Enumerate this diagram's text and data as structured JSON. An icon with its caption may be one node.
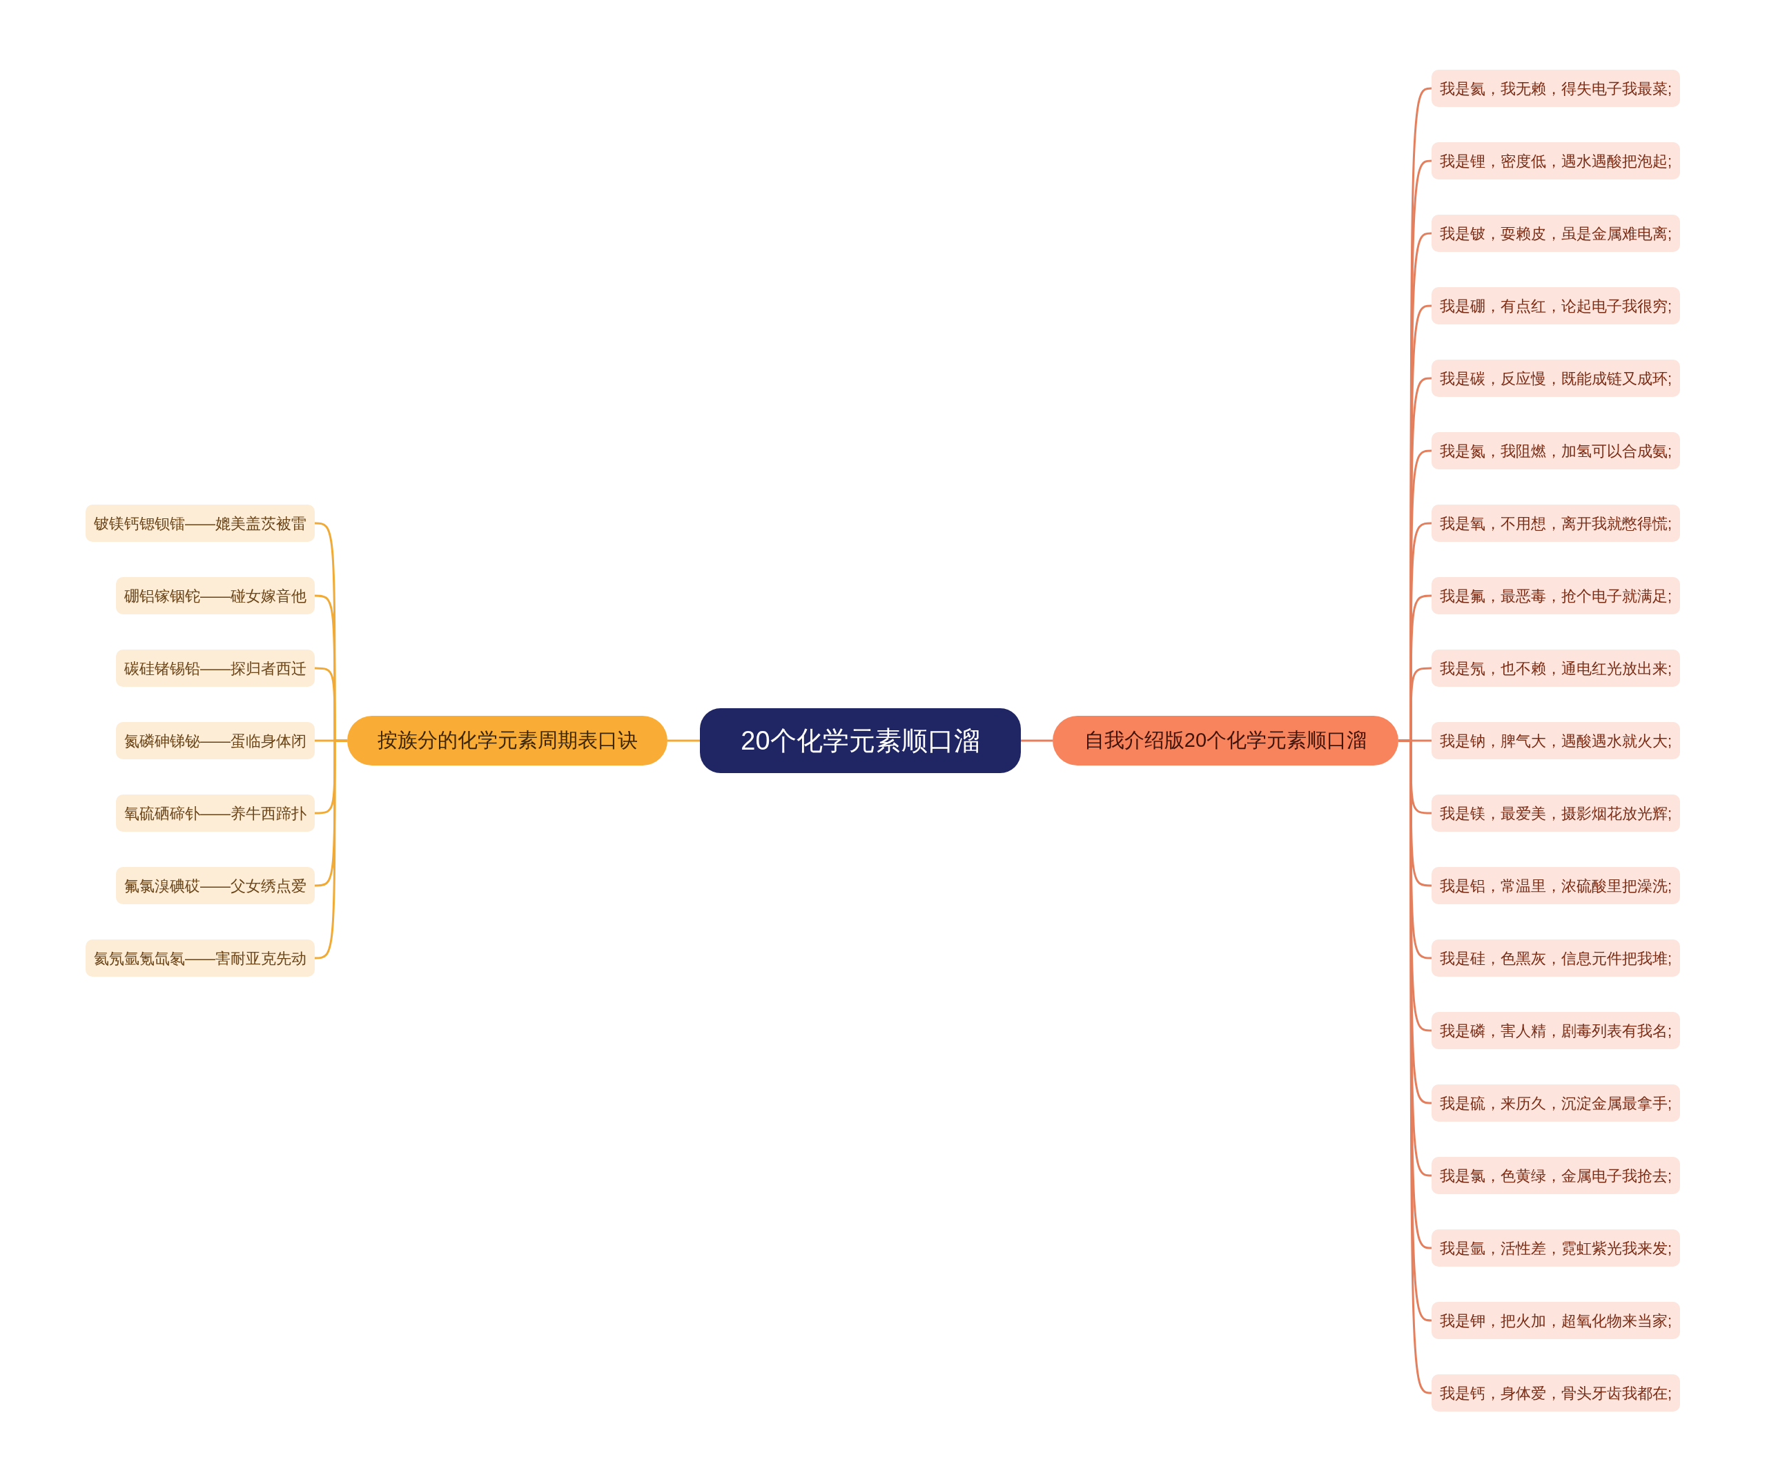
{
  "diagram": {
    "nodes": [
      {
        "text": [
          "20个化学元素顺口溜"
        ]
      },
      {
        "text": [
          "按族分的化学元素周期表口诀"
        ]
      },
      {
        "text": [
          "铍镁钙锶钡镭——媲美盖茨被雷"
        ]
      },
      {
        "text": [
          "硼铝镓铟铊——碰女嫁音他"
        ]
      },
      {
        "text": [
          "碳硅锗锡铅——探归者西迁"
        ]
      },
      {
        "text": [
          "氮磷砷锑铋——蛋临身体闭"
        ]
      },
      {
        "text": [
          "氧硫硒碲钋——养牛西蹄扑"
        ]
      },
      {
        "text": [
          "氟氯溴碘砹——父女绣点爱"
        ]
      },
      {
        "text": [
          "氦氖氩氪氙氡——害耐亚克先动"
        ]
      },
      {
        "text": [
          "自我介绍版20个化学元素顺口溜"
        ]
      },
      {
        "text": [
          "我是氦，我无赖，得失电子我最菜;"
        ]
      },
      {
        "text": [
          "我是锂，密度低，遇水遇酸把泡起;"
        ]
      },
      {
        "text": [
          "我是铍，耍赖皮，虽是金属难电离;"
        ]
      },
      {
        "text": [
          "我是硼，有点红，论起电子我很穷;"
        ]
      },
      {
        "text": [
          "我是碳，反应慢，既能成链又成环;"
        ]
      },
      {
        "text": [
          "我是氮，我阻燃，加氢可以合成氨;"
        ]
      },
      {
        "text": [
          "我是氧，不用想，离开我就憋得慌;"
        ]
      },
      {
        "text": [
          "我是氟，最恶毒，抢个电子就满足;"
        ]
      },
      {
        "text": [
          "我是氖，也不赖，通电红光放出来;"
        ]
      },
      {
        "text": [
          "我是钠，脾气大，遇酸遇水就火大;"
        ]
      },
      {
        "text": [
          "我是镁，最爱美，摄影烟花放光辉;"
        ]
      },
      {
        "text": [
          "我是铝，常温里，浓硫酸里把澡洗;"
        ]
      },
      {
        "text": [
          "我是硅，色黑灰，信息元件把我堆;"
        ]
      },
      {
        "text": [
          "我是磷，害人精，剧毒列表有我名;"
        ]
      },
      {
        "text": [
          "我是硫，来历久，沉淀金属最拿手;"
        ]
      },
      {
        "text": [
          "我是氯，色黄绿，金属电子我抢去;"
        ]
      },
      {
        "text": [
          "我是氩，活性差，霓虹紫光我来发;"
        ]
      },
      {
        "text": [
          "我是钾，把火加，超氧化物来当家;"
        ]
      },
      {
        "text": [
          "我是钙，身体爱，骨头牙齿我都在;"
        ]
      }
    ],
    "edges": [
      {
        "from": 0,
        "to": 1,
        "arrow": "none"
      },
      {
        "from": 1,
        "to": 2,
        "arrow": "none"
      },
      {
        "from": 1,
        "to": 3,
        "arrow": "none"
      },
      {
        "from": 1,
        "to": 4,
        "arrow": "none"
      },
      {
        "from": 1,
        "to": 5,
        "arrow": "none"
      },
      {
        "from": 1,
        "to": 6,
        "arrow": "none"
      },
      {
        "from": 1,
        "to": 7,
        "arrow": "none"
      },
      {
        "from": 1,
        "to": 8,
        "arrow": "none"
      },
      {
        "from": 0,
        "to": 9,
        "arrow": "none"
      },
      {
        "from": 9,
        "to": 10,
        "arrow": "none"
      },
      {
        "from": 9,
        "to": 11,
        "arrow": "none"
      },
      {
        "from": 9,
        "to": 12,
        "arrow": "none"
      },
      {
        "from": 9,
        "to": 13,
        "arrow": "none"
      },
      {
        "from": 9,
        "to": 14,
        "arrow": "none"
      },
      {
        "from": 9,
        "to": 15,
        "arrow": "none"
      },
      {
        "from": 9,
        "to": 16,
        "arrow": "none"
      },
      {
        "from": 9,
        "to": 17,
        "arrow": "none"
      },
      {
        "from": 9,
        "to": 18,
        "arrow": "none"
      },
      {
        "from": 9,
        "to": 19,
        "arrow": "none"
      },
      {
        "from": 9,
        "to": 20,
        "arrow": "none"
      },
      {
        "from": 9,
        "to": 21,
        "arrow": "none"
      },
      {
        "from": 9,
        "to": 22,
        "arrow": "none"
      },
      {
        "from": 9,
        "to": 23,
        "arrow": "none"
      },
      {
        "from": 9,
        "to": 24,
        "arrow": "none"
      },
      {
        "from": 9,
        "to": 25,
        "arrow": "none"
      },
      {
        "from": 9,
        "to": 26,
        "arrow": "none"
      },
      {
        "from": 9,
        "to": 27,
        "arrow": "none"
      },
      {
        "from": 9,
        "to": 28,
        "arrow": "none"
      }
    ]
  }
}
